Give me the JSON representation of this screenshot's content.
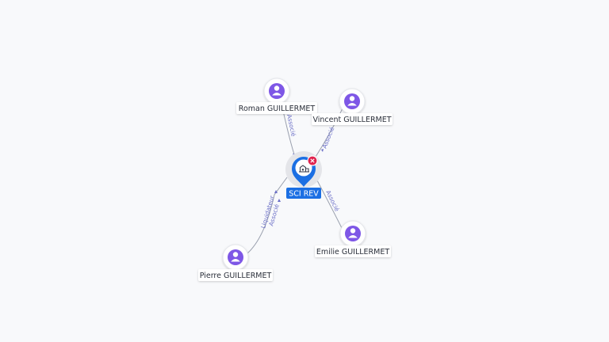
{
  "colors": {
    "person": "#7e57e6",
    "company": "#1b6fe3",
    "close": "#e0234e",
    "edge_label": "#6b6fc7"
  },
  "center": {
    "label": "SCI REV",
    "icon": "building-icon",
    "close_icon": "close-icon"
  },
  "nodes": [
    {
      "id": "roman",
      "label": "Roman GUILLERMET",
      "icon": "person-icon",
      "relation": "Associé"
    },
    {
      "id": "vincent",
      "label": "Vincent GUILLERMET",
      "icon": "person-icon",
      "relation": "Associé"
    },
    {
      "id": "emilie",
      "label": "Emilie GUILLERMET",
      "icon": "person-icon",
      "relation": "Associé"
    },
    {
      "id": "pierre",
      "label": "Pierre GUILLERMET",
      "icon": "person-icon",
      "relation": "Liquidateur",
      "relation2": "Associé"
    }
  ]
}
